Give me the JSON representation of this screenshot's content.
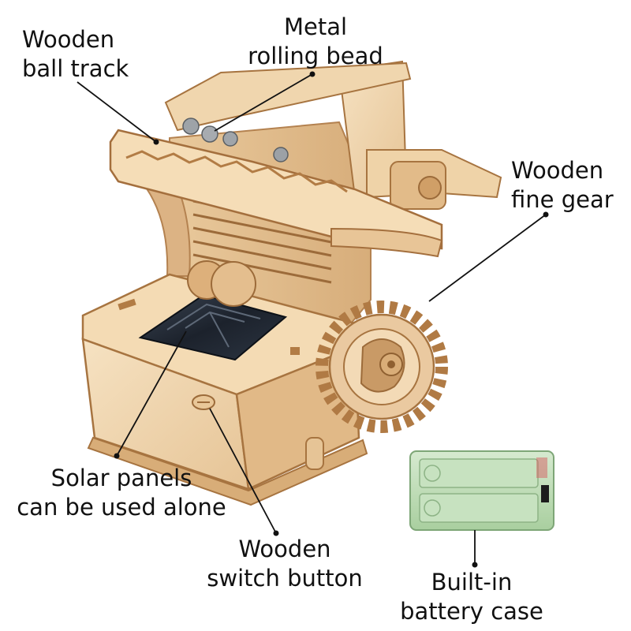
{
  "labels": {
    "track": [
      "Wooden",
      "ball track"
    ],
    "bead": [
      "Metal",
      "rolling bead"
    ],
    "gear": [
      "Wooden",
      "fine gear"
    ],
    "solar": [
      "Solar panels",
      "can be used alone"
    ],
    "switch": [
      "Wooden",
      "switch button"
    ],
    "battery": [
      "Built-in",
      "battery case"
    ]
  },
  "colors": {
    "wood_light": "#f2d9b4",
    "wood_mid": "#e3bd8c",
    "wood_dark": "#c18f5a",
    "wood_edge": "#9c6b3a",
    "solar_panel": "#1e2530",
    "battery_case": "#b8d8b0",
    "leader_line": "#111111"
  }
}
